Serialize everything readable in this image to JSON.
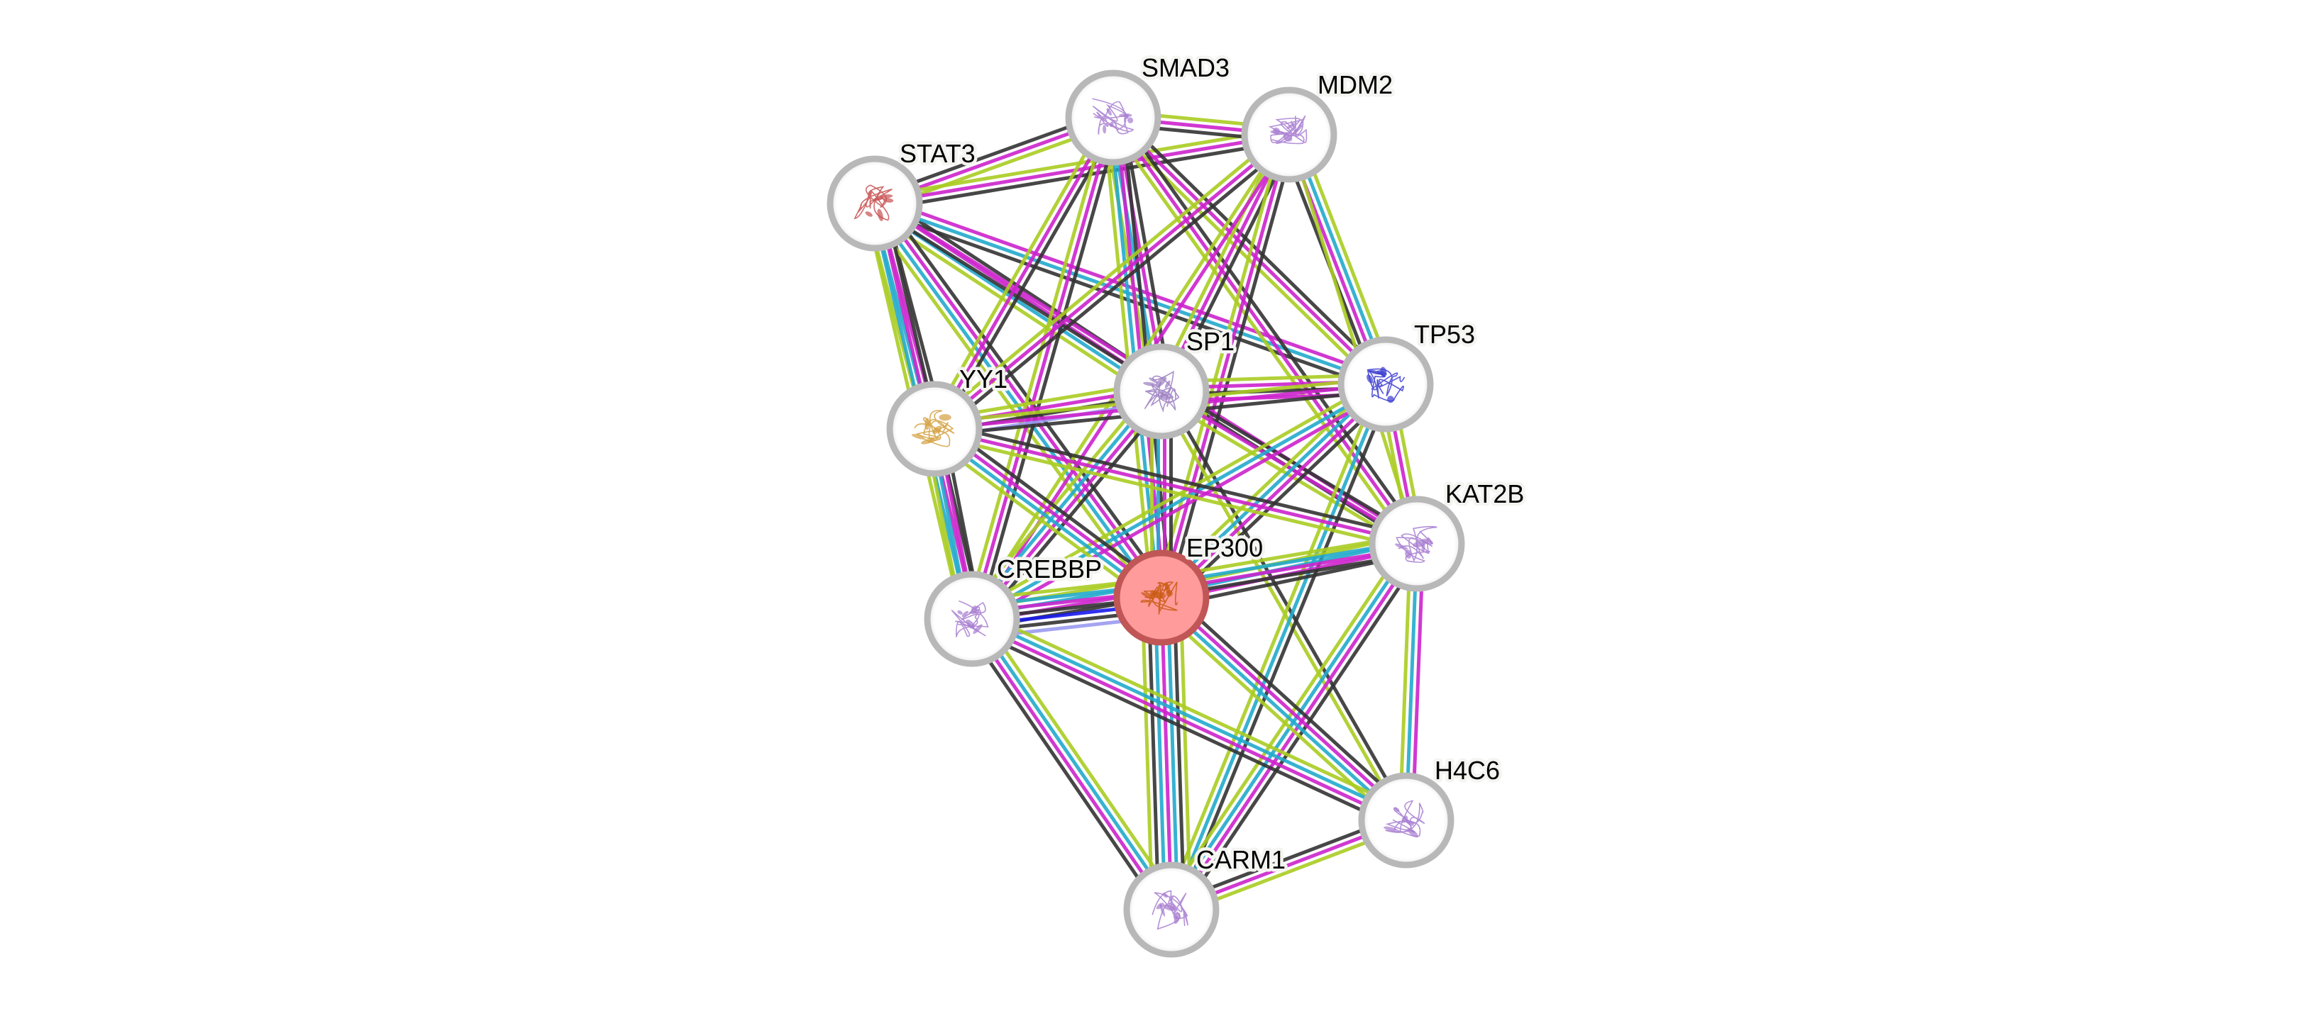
{
  "title": "Protein interaction network",
  "evidence_colors": {
    "curated": "#22aacc",
    "experimental": "#cc22cc",
    "textmining": "#aacc22",
    "coexpression": "#333333",
    "homology": "#9a9af0",
    "cooccurrence": "#1a1aee"
  },
  "node_style": {
    "default_fill": "#ffffff",
    "default_border": "#b8b8b8",
    "query_fill": "#ff9b9b",
    "query_border": "#c05656"
  },
  "nodes": [
    {
      "id": "STAT3",
      "label": "STAT3",
      "query": false,
      "structure_color": "#c85050"
    },
    {
      "id": "SMAD3",
      "label": "SMAD3",
      "query": false,
      "structure_color": "#a77cd0"
    },
    {
      "id": "MDM2",
      "label": "MDM2",
      "query": false,
      "structure_color": "#a77cd0"
    },
    {
      "id": "SP1",
      "label": "SP1",
      "query": false,
      "structure_color": "#9a7cc0"
    },
    {
      "id": "TP53",
      "label": "TP53",
      "query": false,
      "structure_color": "#3a3ad0"
    },
    {
      "id": "YY1",
      "label": "YY1",
      "query": false,
      "structure_color": "#d4a040"
    },
    {
      "id": "KAT2B",
      "label": "KAT2B",
      "query": false,
      "structure_color": "#a77cd0"
    },
    {
      "id": "EP300",
      "label": "EP300",
      "query": true,
      "structure_color": "#c85a10"
    },
    {
      "id": "CREBBP",
      "label": "CREBBP",
      "query": false,
      "structure_color": "#a77cd0"
    },
    {
      "id": "H4C6",
      "label": "H4C6",
      "query": false,
      "structure_color": "#a77cd0"
    },
    {
      "id": "CARM1",
      "label": "CARM1",
      "query": false,
      "structure_color": "#a77cd0"
    }
  ],
  "edges": [
    {
      "a": "STAT3",
      "b": "SMAD3",
      "evidence": [
        "coexpression",
        "experimental",
        "textmining"
      ]
    },
    {
      "a": "STAT3",
      "b": "MDM2",
      "evidence": [
        "textmining",
        "experimental",
        "coexpression"
      ]
    },
    {
      "a": "STAT3",
      "b": "SP1",
      "evidence": [
        "coexpression",
        "experimental",
        "curated",
        "textmining"
      ]
    },
    {
      "a": "STAT3",
      "b": "TP53",
      "evidence": [
        "experimental",
        "curated",
        "coexpression"
      ]
    },
    {
      "a": "STAT3",
      "b": "YY1",
      "evidence": [
        "coexpression",
        "experimental",
        "curated",
        "textmining"
      ]
    },
    {
      "a": "STAT3",
      "b": "KAT2B",
      "evidence": [
        "experimental",
        "coexpression"
      ]
    },
    {
      "a": "STAT3",
      "b": "EP300",
      "evidence": [
        "coexpression",
        "experimental",
        "curated",
        "textmining"
      ]
    },
    {
      "a": "STAT3",
      "b": "CREBBP",
      "evidence": [
        "coexpression",
        "experimental",
        "curated",
        "textmining"
      ]
    },
    {
      "a": "SMAD3",
      "b": "MDM2",
      "evidence": [
        "textmining",
        "experimental",
        "coexpression"
      ]
    },
    {
      "a": "SMAD3",
      "b": "SP1",
      "evidence": [
        "coexpression",
        "experimental",
        "curated",
        "textmining"
      ]
    },
    {
      "a": "SMAD3",
      "b": "TP53",
      "evidence": [
        "coexpression",
        "experimental",
        "textmining"
      ]
    },
    {
      "a": "SMAD3",
      "b": "YY1",
      "evidence": [
        "coexpression",
        "experimental",
        "textmining"
      ]
    },
    {
      "a": "SMAD3",
      "b": "KAT2B",
      "evidence": [
        "coexpression",
        "experimental",
        "textmining"
      ]
    },
    {
      "a": "SMAD3",
      "b": "EP300",
      "evidence": [
        "coexpression",
        "experimental",
        "curated",
        "textmining"
      ]
    },
    {
      "a": "SMAD3",
      "b": "CREBBP",
      "evidence": [
        "coexpression",
        "experimental",
        "textmining"
      ]
    },
    {
      "a": "MDM2",
      "b": "SP1",
      "evidence": [
        "coexpression",
        "experimental",
        "textmining"
      ]
    },
    {
      "a": "MDM2",
      "b": "TP53",
      "evidence": [
        "textmining",
        "curated",
        "experimental",
        "coexpression"
      ]
    },
    {
      "a": "MDM2",
      "b": "YY1",
      "evidence": [
        "coexpression",
        "experimental",
        "textmining"
      ]
    },
    {
      "a": "MDM2",
      "b": "KAT2B",
      "evidence": [
        "textmining"
      ]
    },
    {
      "a": "MDM2",
      "b": "EP300",
      "evidence": [
        "coexpression",
        "experimental",
        "textmining"
      ]
    },
    {
      "a": "MDM2",
      "b": "CREBBP",
      "evidence": [
        "experimental",
        "textmining"
      ]
    },
    {
      "a": "SP1",
      "b": "TP53",
      "evidence": [
        "textmining",
        "experimental",
        "coexpression",
        "experimental"
      ]
    },
    {
      "a": "SP1",
      "b": "YY1",
      "evidence": [
        "homology",
        "coexpression",
        "experimental",
        "textmining"
      ]
    },
    {
      "a": "SP1",
      "b": "KAT2B",
      "evidence": [
        "coexpression",
        "experimental",
        "textmining"
      ]
    },
    {
      "a": "SP1",
      "b": "EP300",
      "evidence": [
        "coexpression",
        "experimental",
        "curated",
        "textmining"
      ]
    },
    {
      "a": "SP1",
      "b": "CREBBP",
      "evidence": [
        "coexpression",
        "experimental",
        "curated",
        "textmining"
      ]
    },
    {
      "a": "SP1",
      "b": "H4C6",
      "evidence": [
        "coexpression",
        "textmining"
      ]
    },
    {
      "a": "TP53",
      "b": "YY1",
      "evidence": [
        "coexpression",
        "experimental",
        "textmining"
      ]
    },
    {
      "a": "TP53",
      "b": "KAT2B",
      "evidence": [
        "textmining",
        "experimental",
        "textmining"
      ]
    },
    {
      "a": "TP53",
      "b": "EP300",
      "evidence": [
        "coexpression",
        "experimental",
        "curated",
        "textmining"
      ]
    },
    {
      "a": "TP53",
      "b": "CREBBP",
      "evidence": [
        "experimental",
        "curated",
        "textmining"
      ]
    },
    {
      "a": "TP53",
      "b": "CARM1",
      "evidence": [
        "coexpression",
        "curated",
        "textmining"
      ]
    },
    {
      "a": "YY1",
      "b": "KAT2B",
      "evidence": [
        "coexpression",
        "experimental",
        "textmining"
      ]
    },
    {
      "a": "YY1",
      "b": "EP300",
      "evidence": [
        "coexpression",
        "experimental",
        "curated",
        "textmining"
      ]
    },
    {
      "a": "YY1",
      "b": "CREBBP",
      "evidence": [
        "coexpression",
        "experimental",
        "curated",
        "textmining"
      ]
    },
    {
      "a": "KAT2B",
      "b": "EP300",
      "evidence": [
        "coexpression",
        "experimental",
        "curated",
        "textmining"
      ]
    },
    {
      "a": "KAT2B",
      "b": "CREBBP",
      "evidence": [
        "coexpression",
        "experimental",
        "curated",
        "textmining"
      ]
    },
    {
      "a": "KAT2B",
      "b": "H4C6",
      "evidence": [
        "experimental",
        "curated",
        "textmining"
      ]
    },
    {
      "a": "KAT2B",
      "b": "CARM1",
      "evidence": [
        "coexpression",
        "experimental",
        "curated",
        "textmining"
      ]
    },
    {
      "a": "EP300",
      "b": "CREBBP",
      "evidence": [
        "homology",
        "coexpression",
        "cooccurrence",
        "coexpression",
        "experimental",
        "curated",
        "textmining"
      ]
    },
    {
      "a": "EP300",
      "b": "H4C6",
      "evidence": [
        "coexpression",
        "experimental",
        "curated",
        "textmining"
      ]
    },
    {
      "a": "EP300",
      "b": "CARM1",
      "evidence": [
        "textmining",
        "coexpression",
        "curated",
        "experimental",
        "curated",
        "coexpression",
        "textmining"
      ]
    },
    {
      "a": "CREBBP",
      "b": "H4C6",
      "evidence": [
        "textmining",
        "curated",
        "experimental",
        "coexpression"
      ]
    },
    {
      "a": "CREBBP",
      "b": "CARM1",
      "evidence": [
        "textmining",
        "curated",
        "experimental",
        "coexpression"
      ]
    },
    {
      "a": "H4C6",
      "b": "CARM1",
      "evidence": [
        "textmining",
        "experimental",
        "coexpression"
      ]
    }
  ]
}
